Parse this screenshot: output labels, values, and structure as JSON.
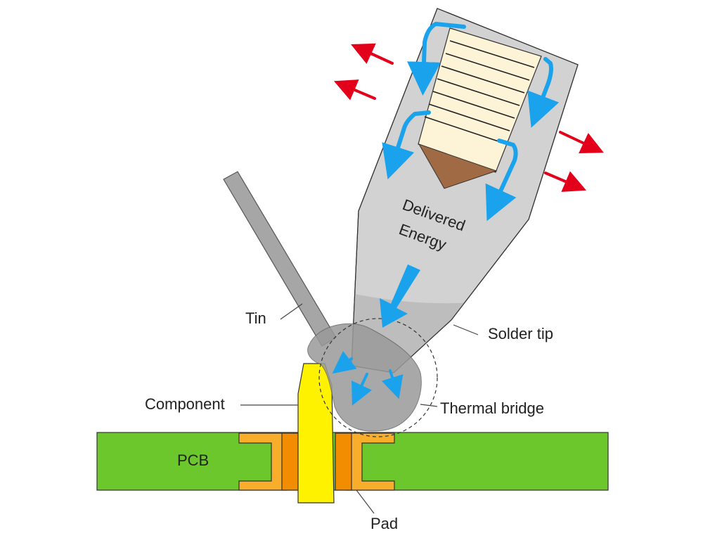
{
  "labels": {
    "delivered_line1": "Delivered",
    "delivered_line2": "Energy",
    "tin": "Tin",
    "solder_tip": "Solder tip",
    "component": "Component",
    "thermal_bridge": "Thermal bridge",
    "pcb": "PCB",
    "pad": "Pad"
  },
  "colors": {
    "pcb": "#6cc72d",
    "pad": "#f8ad2b",
    "pad_inner": "#f28c00",
    "component": "#fff200",
    "tip_body": "#d2d2d2",
    "tip_end": "#bdbdbd",
    "tin_wire": "#a6a6a6",
    "solder_blob": "#9a9a9a",
    "heater_fill": "#fdf3d6",
    "heater_core": "#a06a45",
    "energy_arrows": "#1aa3ec",
    "heat_loss_arrows": "#e3001b"
  },
  "icons": {
    "energy_flow": "blue-arrow-icon",
    "heat_loss": "red-arrow-icon"
  }
}
